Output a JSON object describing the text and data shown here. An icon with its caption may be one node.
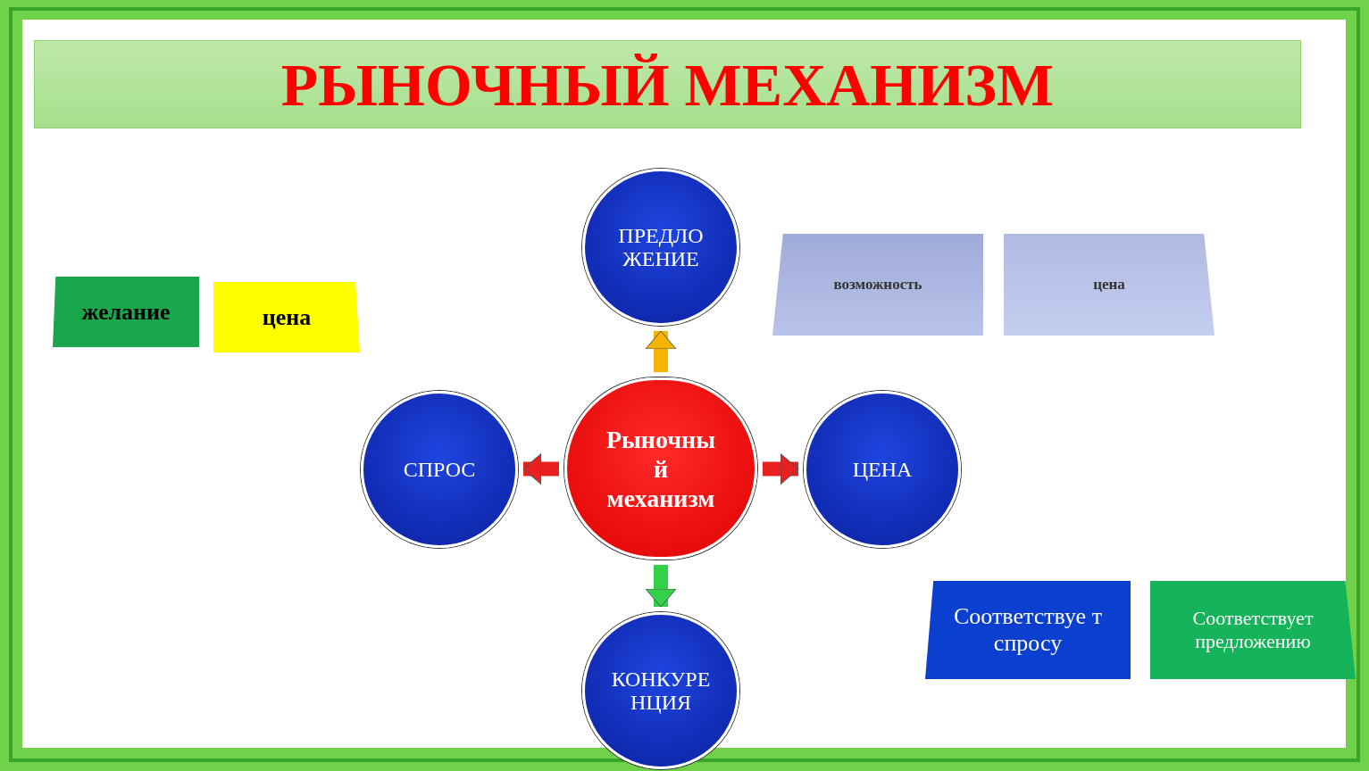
{
  "diagram": {
    "title": "РЫНОЧНЫЙ МЕХАНИЗМ",
    "nodes": [
      {
        "text": [
          "желание"
        ]
      },
      {
        "text": [
          "цена"
        ]
      },
      {
        "text": [
          "ПРЕДЛО ЖЕНИЕ"
        ]
      },
      {
        "text": [
          "возможность"
        ]
      },
      {
        "text": [
          "цена"
        ]
      },
      {
        "text": [
          "СПРОС"
        ]
      },
      {
        "text": [
          "Рыночны й механизм"
        ]
      },
      {
        "text": [
          "ЦЕНА"
        ]
      },
      {
        "text": [
          "Соответствуе т спросу"
        ]
      },
      {
        "text": [
          "Соответствует предложению"
        ]
      },
      {
        "text": [
          "КОНКУРЕ НЦИЯ"
        ]
      }
    ],
    "edges": [
      {
        "from": 6,
        "to": 2,
        "arrow": "to",
        "color": "#f5b400"
      },
      {
        "from": 6,
        "to": 5,
        "arrow": "to"
      },
      {
        "from": 6,
        "to": 7,
        "arrow": "to"
      },
      {
        "from": 6,
        "to": 10,
        "arrow": "to",
        "color": "#33d04a"
      }
    ]
  }
}
